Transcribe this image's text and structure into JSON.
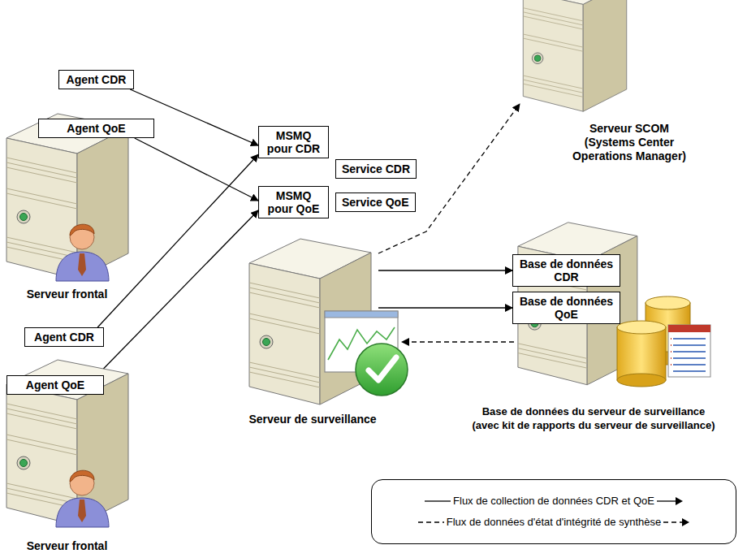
{
  "diagram": {
    "nodes": [
      {
        "text": [
          "Agent CDR"
        ]
      },
      {
        "text": [
          "Agent QoE"
        ]
      },
      {
        "text": [
          "Serveur frontal"
        ]
      },
      {
        "text": [
          "MSMQ pour CDR"
        ]
      },
      {
        "text": [
          "Service CDR"
        ]
      },
      {
        "text": [
          "MSMQ pour QoE"
        ]
      },
      {
        "text": [
          "Service QoE"
        ]
      },
      {
        "text": [
          "Serveur SCOM (Systems Center Operations Manager)"
        ]
      },
      {
        "text": [
          "Serveur de surveillance"
        ]
      },
      {
        "text": [
          "Base de données CDR"
        ]
      },
      {
        "text": [
          "Base de données QoE"
        ]
      },
      {
        "text": [
          "Base de données du serveur de surveillance (avec kit de rapports du serveur de surveillance)"
        ]
      },
      {
        "text": [
          "Agent CDR"
        ]
      },
      {
        "text": [
          "Agent QoE"
        ]
      },
      {
        "text": [
          "Serveur frontal"
        ]
      }
    ],
    "edges": [
      {
        "from": 0,
        "to": 3,
        "arrow": "to"
      },
      {
        "from": 1,
        "to": 5,
        "arrow": "to"
      },
      {
        "from": 12,
        "to": 3,
        "arrow": "to"
      },
      {
        "from": 13,
        "to": 5,
        "arrow": "to"
      },
      {
        "from": 8,
        "to": 7,
        "arrow": "to"
      },
      {
        "from": 8,
        "to": 9,
        "arrow": "to"
      },
      {
        "from": 8,
        "to": 10,
        "arrow": "to"
      },
      {
        "from": 11,
        "to": 8,
        "arrow": "to"
      }
    ],
    "legend": [
      {
        "text": "Flux de collection de données CDR et QoE"
      },
      {
        "text": "Flux de données d'état d'intégrité de synthèse"
      }
    ]
  }
}
